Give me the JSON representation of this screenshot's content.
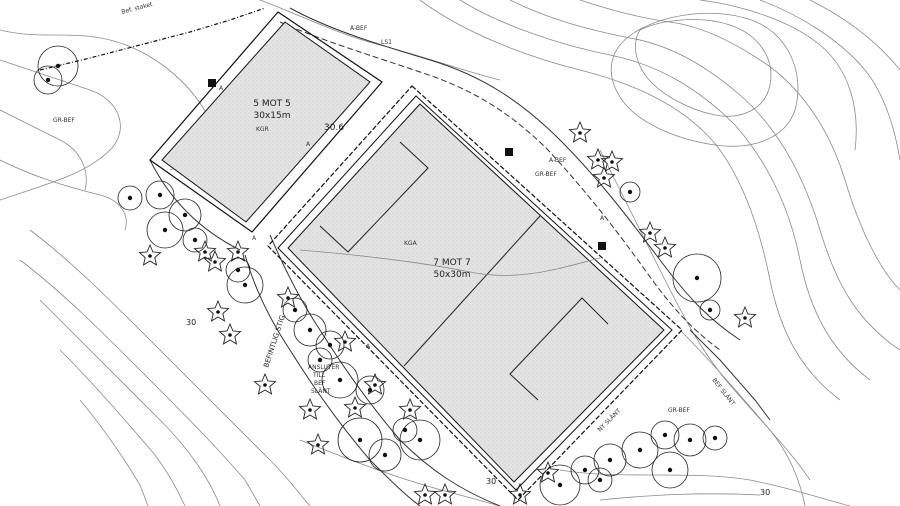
{
  "fields": {
    "small": {
      "name": "5 MOT 5",
      "size": "30x15m",
      "code": "KGR"
    },
    "large": {
      "name": "7 MOT 7",
      "size": "50x30m",
      "code": "KGA"
    }
  },
  "labels": {
    "bef_staket": "Bef. staket",
    "a_bef_top": "A-BEF",
    "ls1": "LS1",
    "gr_bef_left": "GR-BEF",
    "elev_30_6": "30.6",
    "a_bef_mid": "A-BEF",
    "gr_bef_mid": "GR-BEF",
    "befintlig_stig": "BEFINTLIG STIG",
    "ansluter": "ANSLUTER",
    "till": "TILL",
    "bef": "BEF",
    "slant": "SLÄNT",
    "bef_slant": "BEF SLÄNT",
    "ny_slant": "NY SLÄNT",
    "gr_bef_right": "GR-BEF",
    "elev_30_left": "30",
    "elev_30_bottom": "30",
    "elev_30_right": "30",
    "a_small": "A"
  }
}
